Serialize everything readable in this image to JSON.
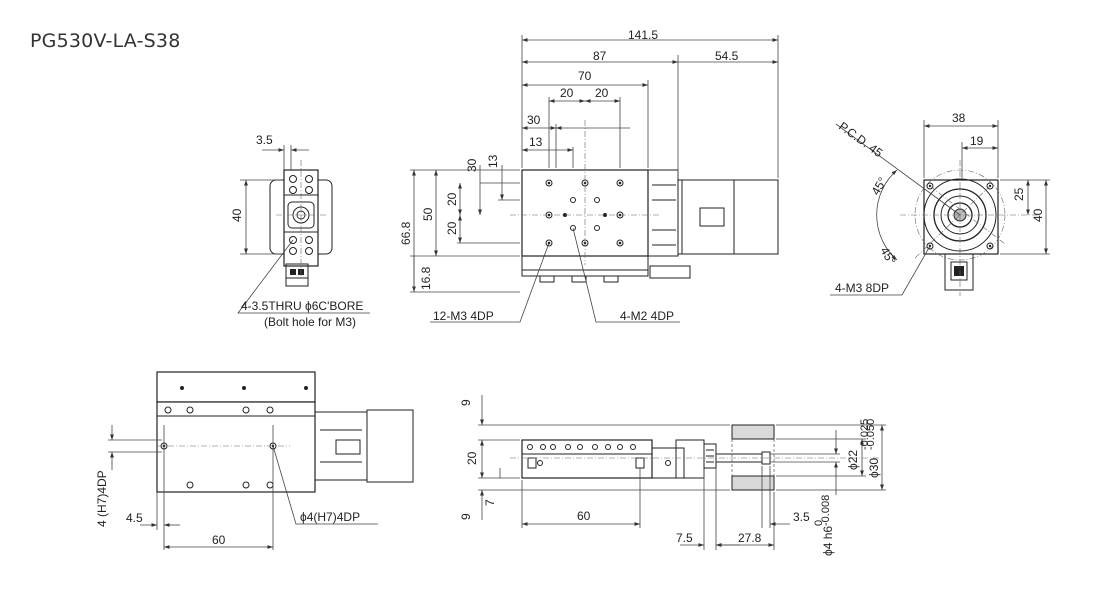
{
  "title": "PG530V-LA-S38",
  "side_view": {
    "dim_top": "3.5",
    "dim_height": "40",
    "note_line1": "4-3.5THRU ϕ6C'BORE",
    "note_line2": "(Bolt hole for M3)"
  },
  "top_view": {
    "dim_total": "141.5",
    "dim_87": "87",
    "dim_54_5": "54.5",
    "dim_70": "70",
    "dim_20a": "20",
    "dim_20b": "20",
    "dim_30": "30",
    "dim_13": "13",
    "dim_v30": "30",
    "dim_v13": "13",
    "dim_v20a": "20",
    "dim_v20b": "20",
    "dim_v50": "50",
    "dim_v66_8": "66.8",
    "dim_v16_8": "16.8",
    "callout_m3": "12-M3 4DP",
    "callout_m2": "4-M2 4DP"
  },
  "end_view": {
    "dim_38": "38",
    "dim_19": "19",
    "dim_25": "25",
    "dim_40": "40",
    "pcd": "P.C.D. 45",
    "angle_a": "45°",
    "angle_b": "45°",
    "callout": "4-M3 8DP"
  },
  "bottom_view": {
    "dim_hole": "4 (H7)4DP",
    "dim_4_5": "4.5",
    "dim_60": "60",
    "callout": "ϕ4(H7)4DP"
  },
  "front_view": {
    "dim_9a": "9",
    "dim_20": "20",
    "dim_9b": "9",
    "dim_7": "7",
    "dim_60": "60",
    "dim_7_5": "7.5",
    "dim_27_8": "27.8",
    "dim_3_5": "3.5",
    "dim_22": "ϕ22",
    "dim_30": "ϕ30",
    "tol_30_upper": "-0.025",
    "tol_30_lower": "-0.050",
    "dim_4h6": "ϕ4 h6",
    "tol_4_upper": "0",
    "tol_4_lower": "-0.008"
  }
}
